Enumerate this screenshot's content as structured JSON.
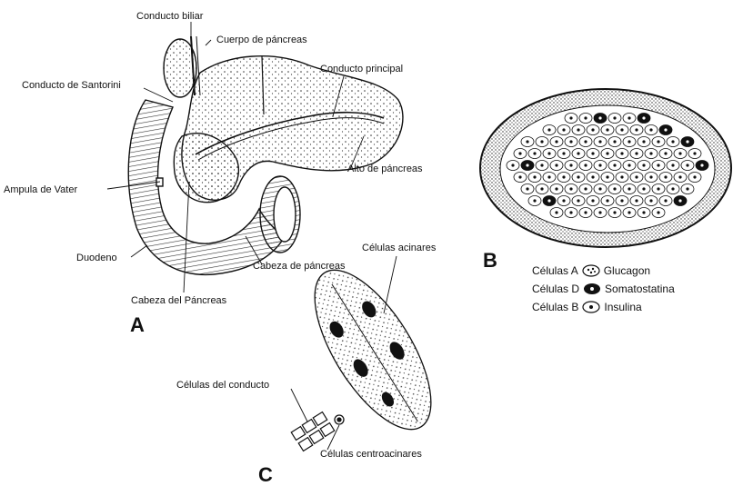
{
  "labels": {
    "conducto_biliar": "Conducto biliar",
    "cuerpo_pancreas": "Cuerpo de páncreas",
    "conducto_principal": "Conducto principal",
    "conducto_santorini": "Conducto de Santorini",
    "alto_pancreas": "Alto de páncreas",
    "ampula_vater": "Ampula de Vater",
    "duodeno": "Duodeno",
    "cabeza_pancreas_right": "Cabeza de páncreas",
    "cabeza_del_pancreas": "Cabeza del Páncreas",
    "celulas_acinares": "Células acinares",
    "celulas_conducto": "Células del conducto",
    "celulas_centroacinares": "Células centroacinares"
  },
  "panels": {
    "a": "A",
    "b": "B",
    "c": "C"
  },
  "legend": [
    {
      "cell": "Células A",
      "hormone": "Glucagon",
      "icon": "glucagon-cell-icon"
    },
    {
      "cell": "Células D",
      "hormone": "Somatostatina",
      "icon": "somatostatin-cell-icon"
    },
    {
      "cell": "Células B",
      "hormone": "Insulina",
      "icon": "insulin-cell-icon"
    }
  ]
}
